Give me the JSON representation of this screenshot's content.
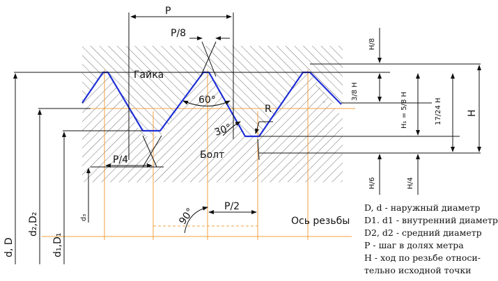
{
  "labels": {
    "pitch": "P",
    "pitch_8": "P/8",
    "nut": "Гайка",
    "bolt": "Болт",
    "angle60": "60°",
    "angle30": "30°",
    "angle90": "90°",
    "radius": "R",
    "pitch_4": "P/4",
    "pitch_2": "P/2",
    "axis": "Ось резьбы",
    "d_D": "d, D",
    "d2_D2": "d₂,D₂",
    "d1_D1": "d₁,D₁",
    "d3": "d₃",
    "h8": "H/8",
    "three8h": "3/8 H",
    "h1": "H₁ = 5/8 H",
    "h_17_24": "17/24 H",
    "h": "H",
    "h6": "H/6",
    "h4": "H/4"
  },
  "legend": [
    "D, d - наружный диаметр",
    "D1. d1 - внутренний диаметр",
    "D2, d2 - средний диаметр",
    "P - шаг в долях метра",
    "H - ход по резьбе относи-",
    "тельно исходной точки"
  ],
  "colors": {
    "profile": "#1f2fd6",
    "axis": "#f0a040",
    "lines": "#111111"
  }
}
